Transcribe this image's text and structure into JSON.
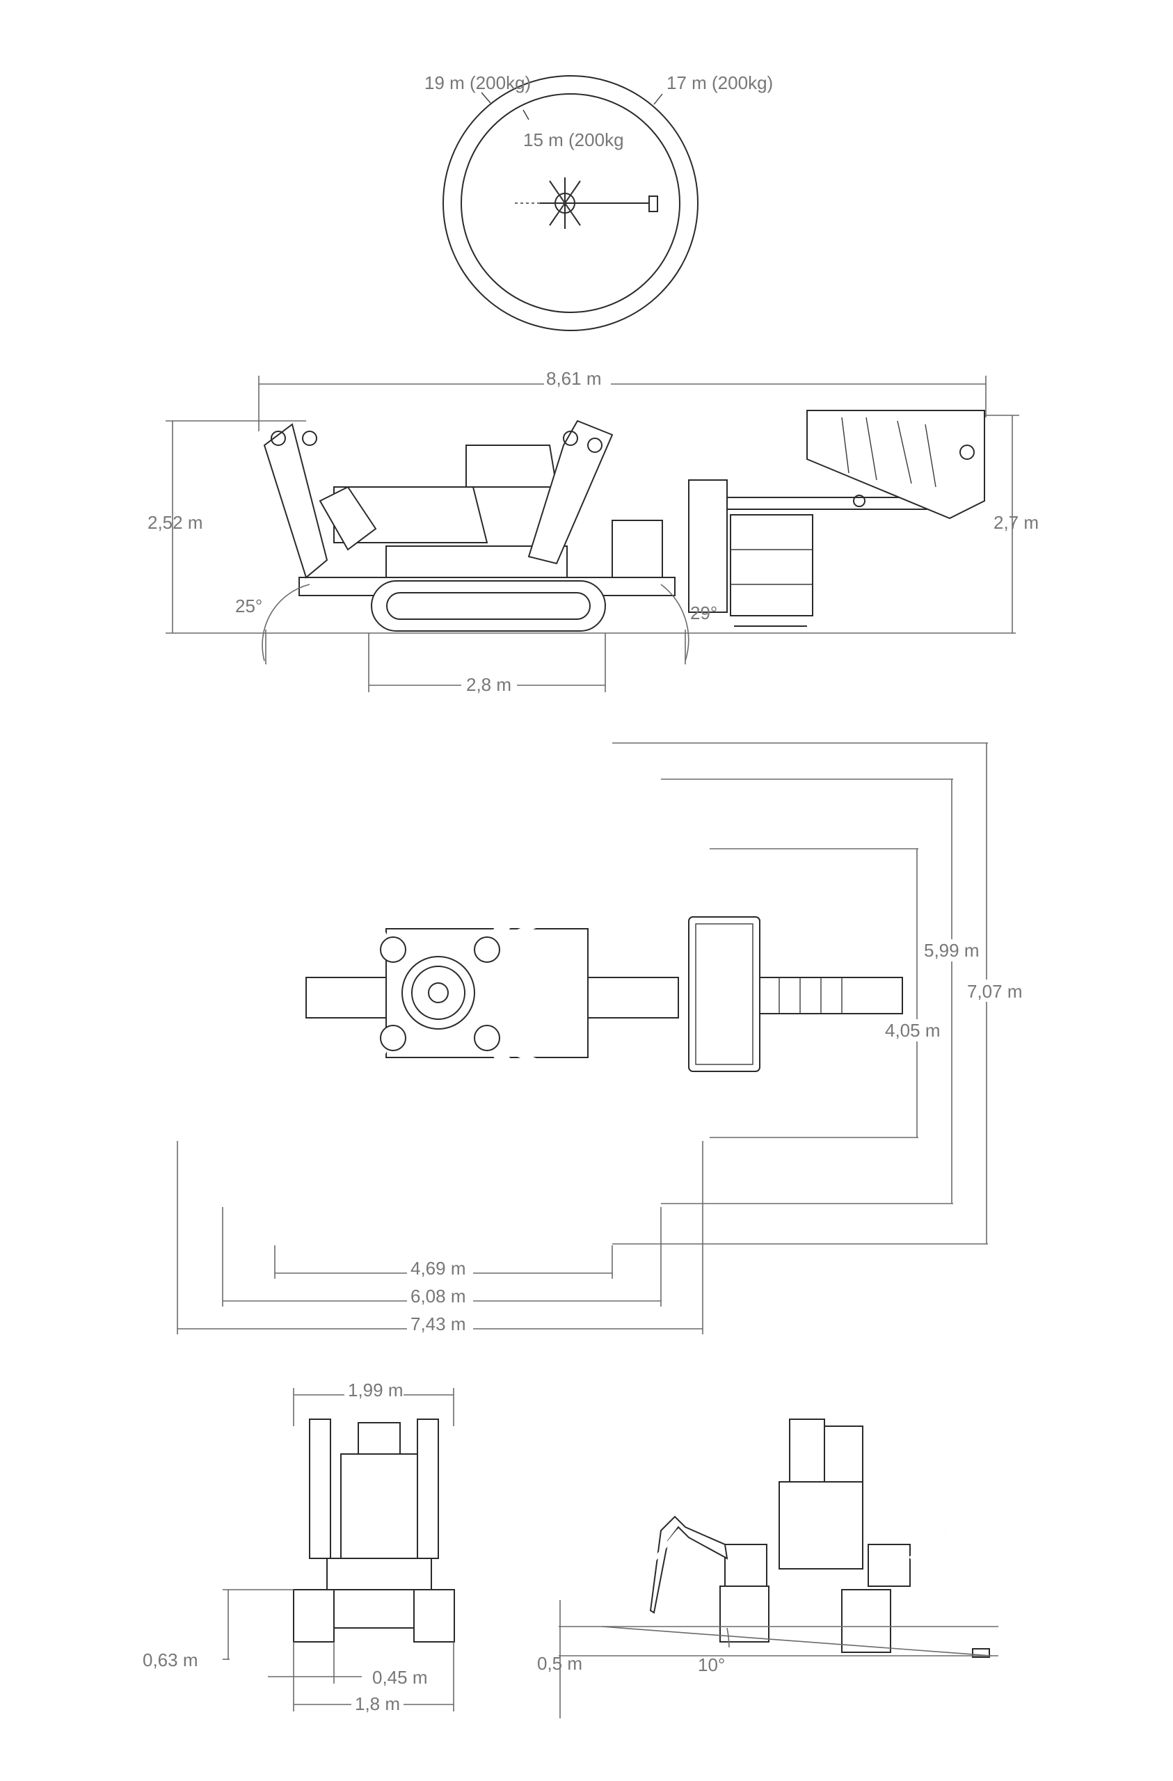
{
  "colors": {
    "line": "#2a2a2a",
    "dimension": "#6a6a6a",
    "label": "#777777",
    "background": "#ffffff"
  },
  "reach": {
    "outer_label": "19 m (200kg)",
    "middle_label": "17 m (200kg)",
    "inner_label": "15 m (200kg"
  },
  "side_view": {
    "length": "8,61 m",
    "height_stowed": "2,52 m",
    "height_basket": "2,7 m",
    "track_length": "2,8 m",
    "angle_front": "25°",
    "angle_rear": "29°"
  },
  "top_view": {
    "dim_vertical_1": "5,99 m",
    "dim_vertical_2": "7,07 m",
    "dim_vertical_3": "4,05 m",
    "dim_horizontal_1": "4,69 m",
    "dim_horizontal_2": "6,08 m",
    "dim_horizontal_3": "7,43 m"
  },
  "front_view": {
    "width": "1,99 m",
    "ground_height": "0,63 m",
    "track_width": "0,45 m",
    "outer_width": "1,8 m"
  },
  "slope_view": {
    "ground_offset": "0,5 m",
    "slope_angle": "10°"
  }
}
